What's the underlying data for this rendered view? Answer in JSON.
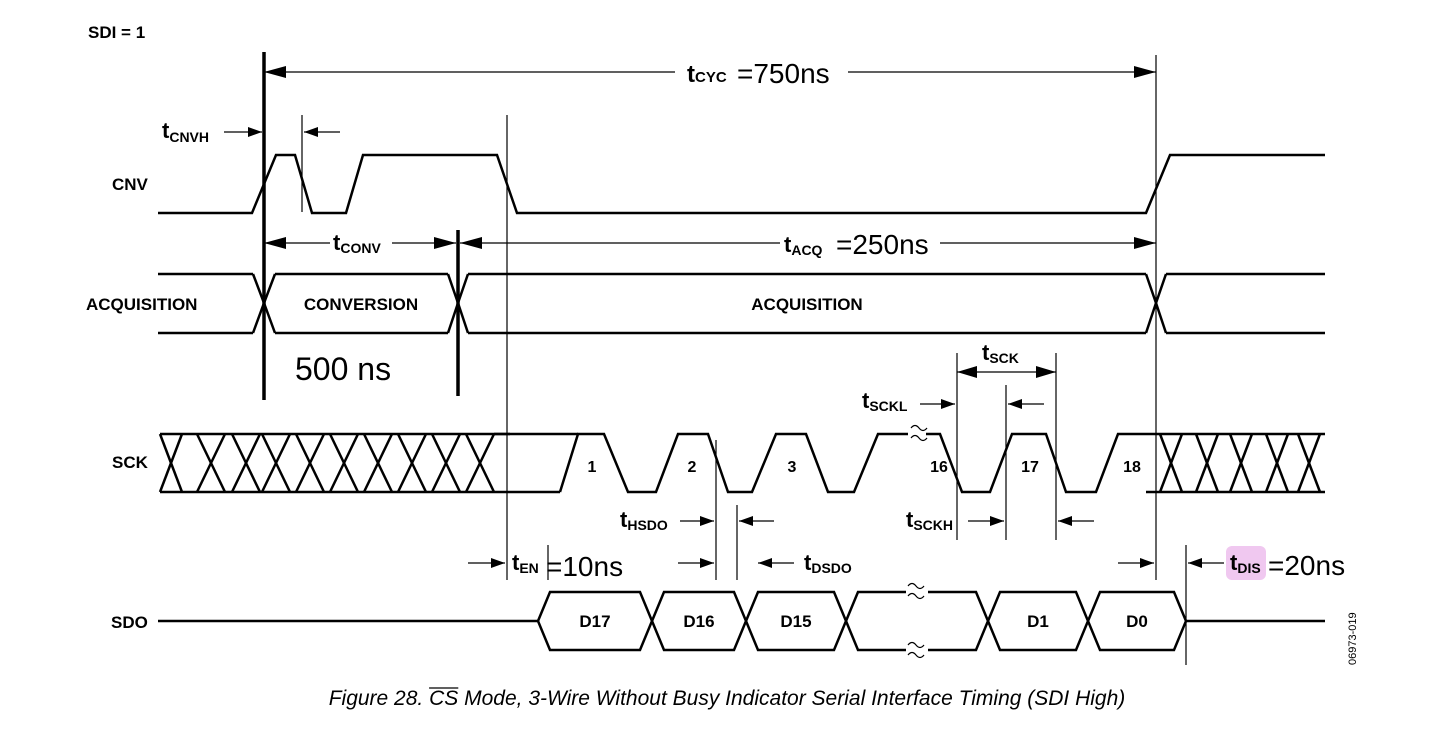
{
  "sdi_label": "SDI = 1",
  "signals": {
    "cnv": "CNV",
    "acquisition": "ACQUISITION",
    "sck": "SCK",
    "sdo": "SDO"
  },
  "phases": {
    "conversion": "CONVERSION",
    "acquisition": "ACQUISITION"
  },
  "timing": {
    "tcyc": {
      "t": "t",
      "sub": "CYC",
      "value": "=750ns"
    },
    "tcnvh": {
      "t": "t",
      "sub": "CNVH"
    },
    "tconv": {
      "t": "t",
      "sub": "CONV"
    },
    "tacq": {
      "t": "t",
      "sub": "ACQ",
      "value": "=250ns"
    },
    "tsck": {
      "t": "t",
      "sub": "SCK"
    },
    "tsckl": {
      "t": "t",
      "sub": "SCKL"
    },
    "tsckh": {
      "t": "t",
      "sub": "SCKH"
    },
    "thsdo": {
      "t": "t",
      "sub": "HSDO"
    },
    "tdsdo": {
      "t": "t",
      "sub": "DSDO"
    },
    "ten": {
      "t": "t",
      "sub": "EN",
      "value": "=10ns"
    },
    "tdis": {
      "t": "t",
      "sub": "DIS",
      "value": "=20ns"
    }
  },
  "conversion_duration": "500 ns",
  "sck_pulses": [
    "1",
    "2",
    "3",
    "16",
    "17",
    "18"
  ],
  "sdo_bits": [
    "D17",
    "D16",
    "D15",
    "D1",
    "D0"
  ],
  "figure_code": "06973-019",
  "caption": {
    "prefix": "Figure 28. ",
    "cs": "CS",
    "rest": " Mode, 3-Wire Without Busy Indicator Serial Interface Timing (SDI High)"
  },
  "colors": {
    "highlight": "#f0c8f0"
  }
}
